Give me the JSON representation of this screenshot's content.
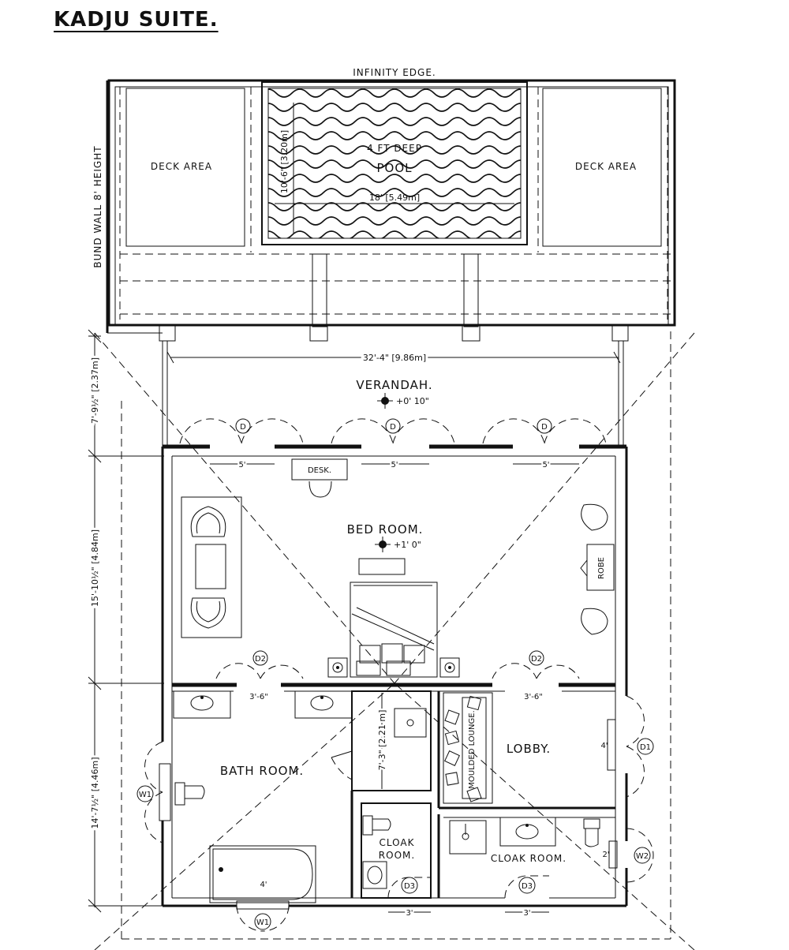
{
  "title": "KADJU SUITE.",
  "labels": {
    "infinity_edge": "INFINITY EDGE.",
    "deck_left": "DECK AREA",
    "deck_right": "DECK AREA",
    "bund_wall": "BUND WALL 8' HEIGHT",
    "pool_depth": "4 FT DEEP",
    "pool": "POOL",
    "pool_width": "18' [5.49m]",
    "pool_length": "10'-6\" [3.20m]",
    "verandah": "VERANDAH.",
    "verandah_level": "+0' 10\"",
    "verandah_width": "32'-4\" [9.86m]",
    "verandah_depth": "7'-9½\" [2.37m]",
    "bedroom": "BED ROOM.",
    "bedroom_level": "+1' 0\"",
    "bedroom_depth": "15'-10½\" [4.84m]",
    "desk": "DESK.",
    "robe": "ROBE",
    "bathroom": "BATH ROOM.",
    "bathroom_depth": "14'-7½\" [4.46m]",
    "shower_depth": "7'-3\" [2.21 m]",
    "lobby": "LOBBY.",
    "lounge": "MOULDED LOUNGE.",
    "cloak_room_left_1": "CLOAK",
    "cloak_room_left_2": "ROOM.",
    "cloak_room_right": "CLOAK ROOM."
  },
  "tags": {
    "d": "D",
    "d1": "D1",
    "d2": "D2",
    "d3": "D3",
    "w1": "W1",
    "w2": "W2"
  },
  "small_dims": {
    "door_5": "5'",
    "door_3_6": "3'-6\"",
    "door_3": "3'",
    "door_4": "4'",
    "door_2": "2'"
  }
}
